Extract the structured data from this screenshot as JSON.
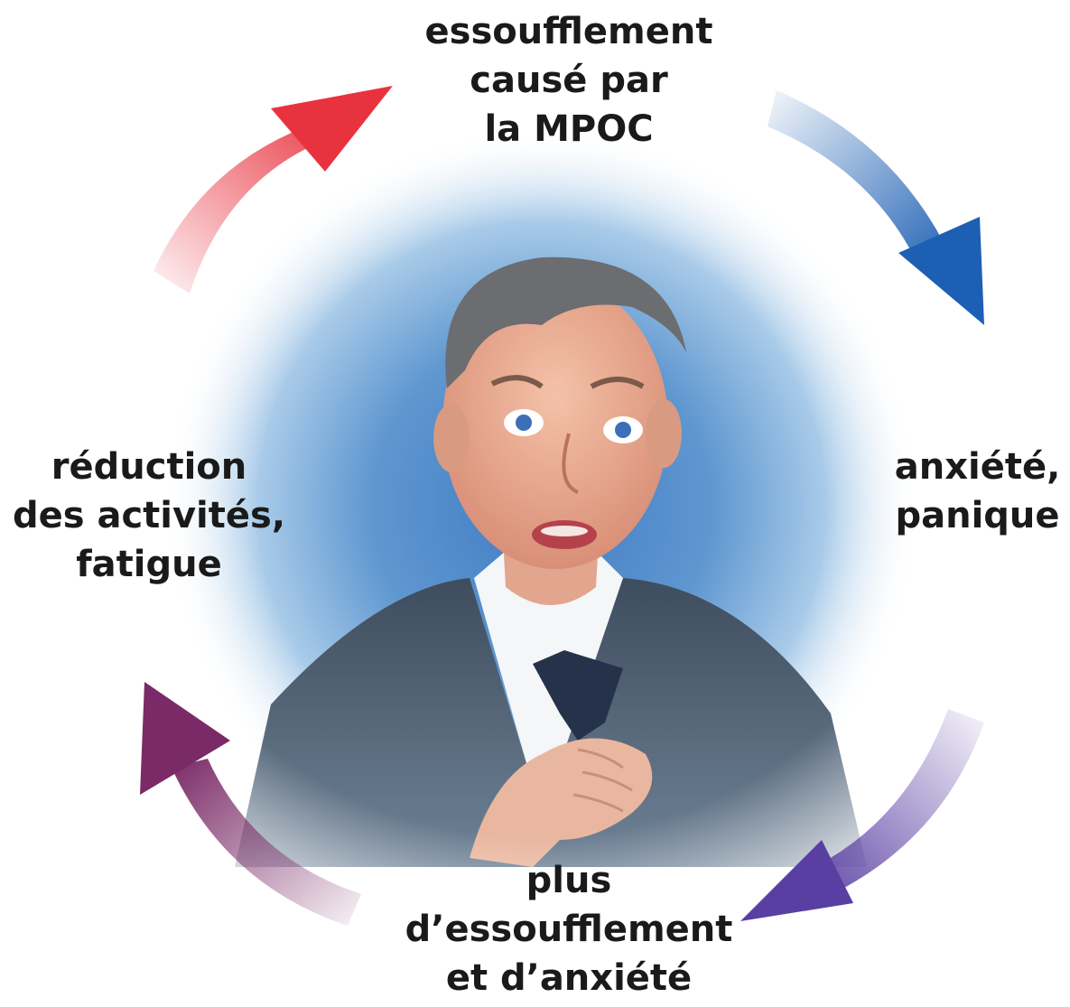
{
  "cycle": {
    "top": [
      "essoufflement",
      "causé par",
      "la MPOC"
    ],
    "right": [
      "anxiété,",
      "panique"
    ],
    "bottom": [
      "plus",
      "d’essoufflement",
      "et d’anxiété"
    ],
    "left": [
      "réduction",
      "des activités,",
      "fatigue"
    ]
  },
  "colors": {
    "arrow_top_left": "#e8333f",
    "arrow_top_right": "#1d5fb3",
    "arrow_bottom_right": "#5a3fa3",
    "arrow_bottom_left": "#7a2a66",
    "background_blue": "#7fb0dc"
  },
  "illustration": {
    "subject": "anxious-man-in-suit-loosening-tie"
  }
}
